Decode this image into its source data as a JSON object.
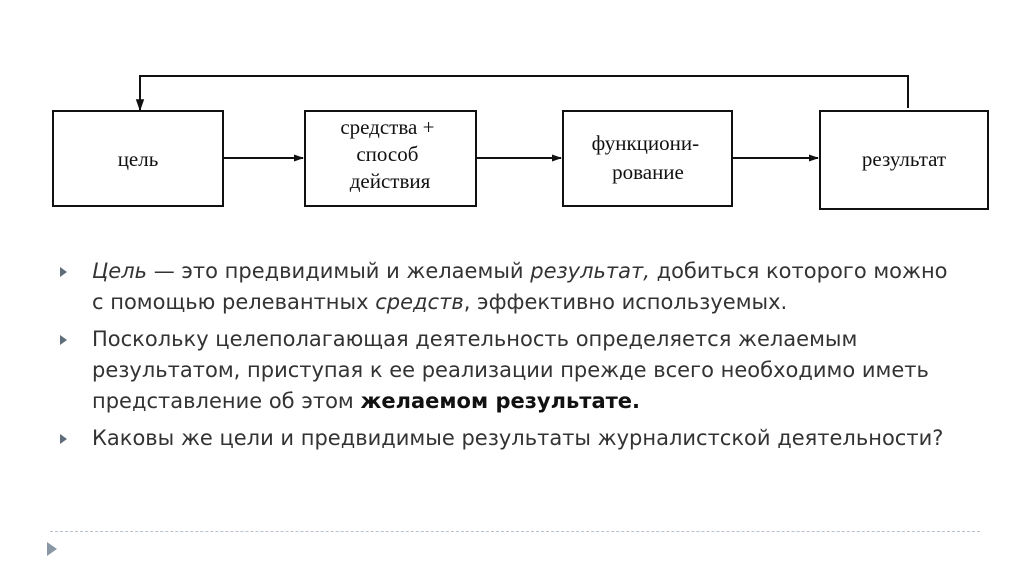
{
  "diagram": {
    "boxes": [
      {
        "lines": [
          "цель"
        ]
      },
      {
        "lines": [
          "средства +",
          "способ",
          "действия"
        ]
      },
      {
        "lines": [
          "функциони-",
          "рование"
        ]
      },
      {
        "lines": [
          "результат"
        ]
      }
    ]
  },
  "bullets": [
    {
      "parts": [
        {
          "text": "Цель",
          "style": "italic"
        },
        {
          "text": " — это предвидимый и желаемый ",
          "style": "normal"
        },
        {
          "text": "результат,",
          "style": "italic"
        },
        {
          "text": " добиться которого можно с помощью релевантных ",
          "style": "normal"
        },
        {
          "text": "средств",
          "style": "italic"
        },
        {
          "text": ", эффективно используемых.",
          "style": "normal"
        }
      ]
    },
    {
      "parts": [
        {
          "text": "Поскольку целеполагающая деятельность определяется желаемым результатом, приступая к ее реализации прежде всего необходимо иметь представление об этом ",
          "style": "normal"
        },
        {
          "text": "желаемом результате.",
          "style": "bold"
        }
      ]
    },
    {
      "parts": [
        {
          "text": "Каковы же цели и предвидимые результаты журналистской деятельности?",
          "style": "normal"
        }
      ]
    }
  ],
  "colors": {
    "text": "#333333",
    "diagram_stroke": "#111111",
    "bullet_marker": "#5f6d7a",
    "rule": "#b8c2cc"
  },
  "icons": {
    "bullet": "triangle-right-icon",
    "corner": "triangle-right-icon"
  }
}
